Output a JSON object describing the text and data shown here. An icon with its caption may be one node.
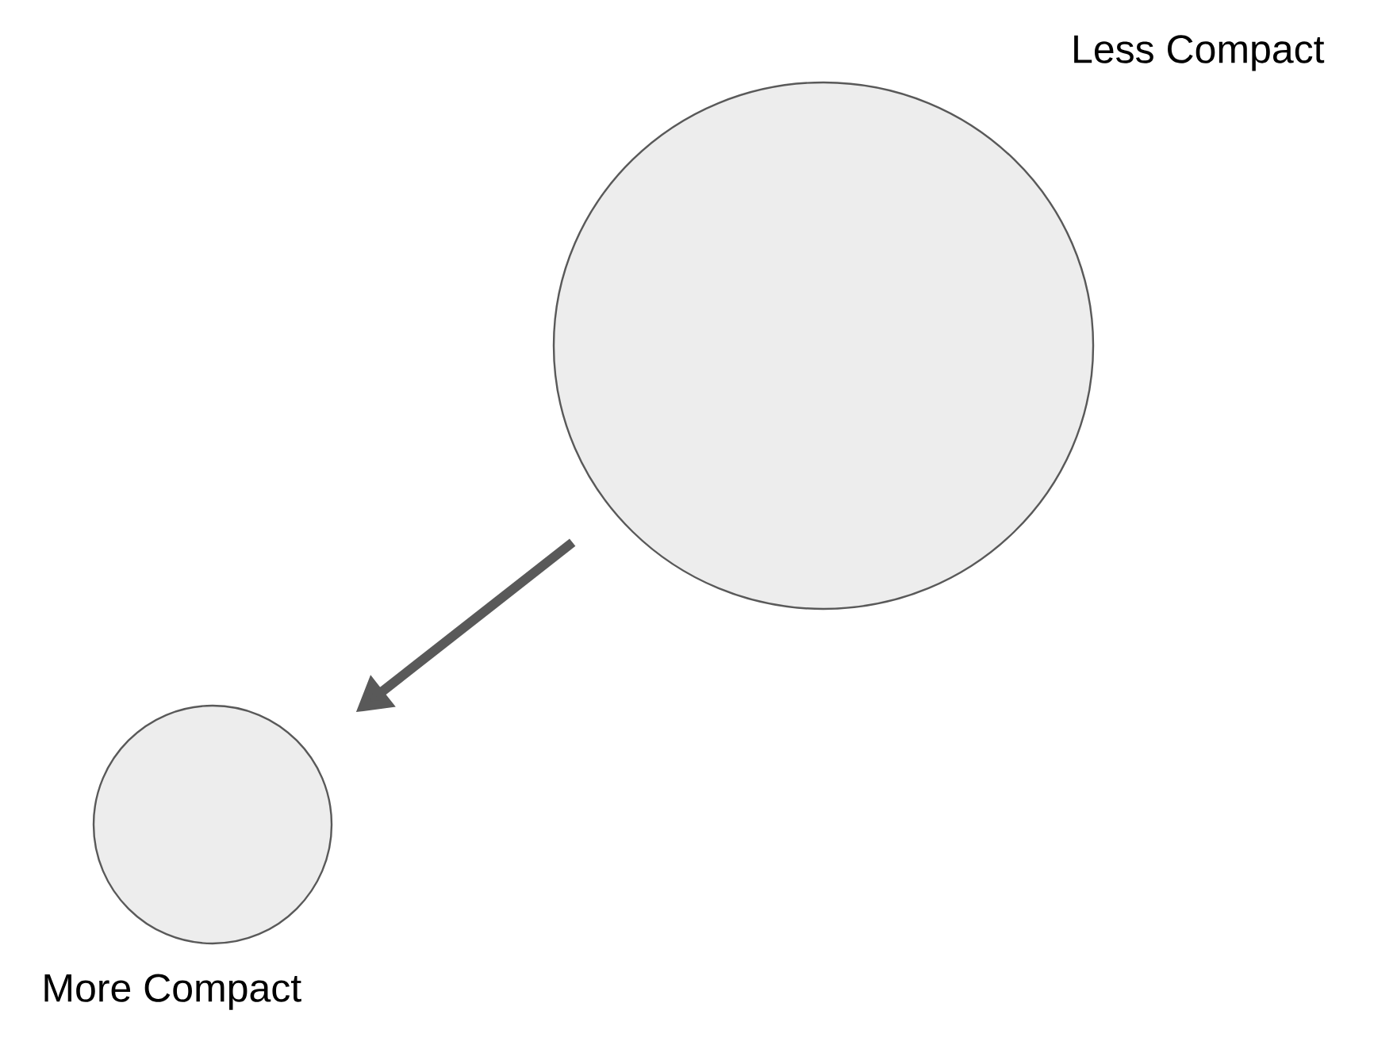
{
  "diagram": {
    "nodes": [
      {
        "text": [
          "Less Compact"
        ]
      },
      {
        "text": [
          "More Compact"
        ]
      }
    ],
    "edges": [
      {
        "from": 0,
        "to": 1,
        "arrow": "to"
      }
    ]
  }
}
